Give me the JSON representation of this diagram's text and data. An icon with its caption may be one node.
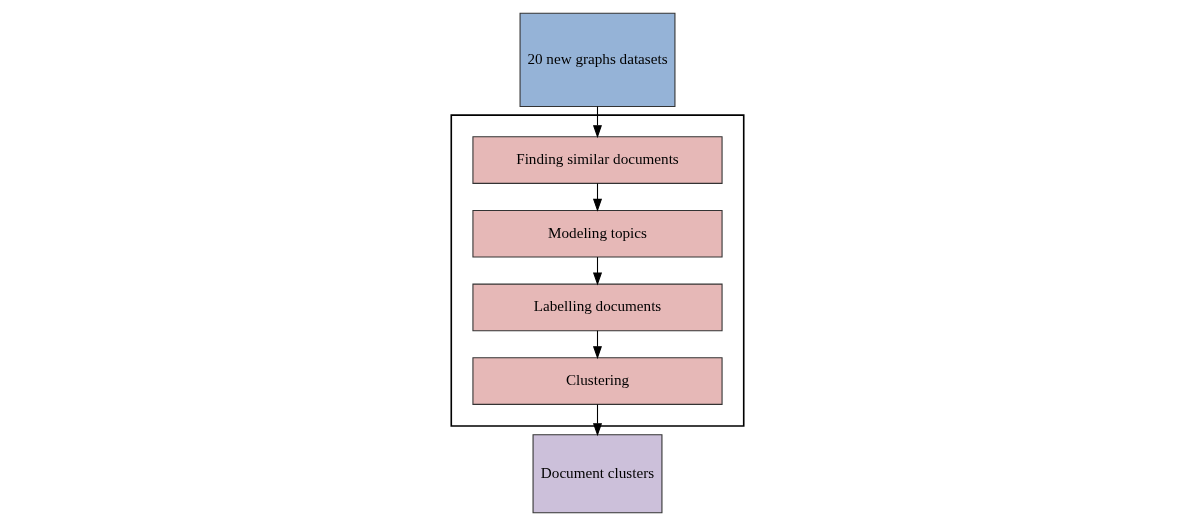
{
  "diagram": {
    "nodes": [
      {
        "text": [],
        "shape": "box"
      },
      {
        "text": [
          "Finding similar documents"
        ],
        "in": 0
      },
      {
        "text": [
          "Modeling topics"
        ],
        "in": 0
      },
      {
        "text": [
          "Labelling documents"
        ],
        "in": 0
      },
      {
        "text": [
          "Clustering"
        ],
        "in": 0
      },
      {
        "text": [
          "20 new graphs datasets"
        ]
      },
      {
        "text": [
          "Document clusters"
        ]
      }
    ],
    "edges": [
      {
        "from": 5,
        "to": 1,
        "arrow": "to"
      },
      {
        "from": 1,
        "to": 2,
        "arrow": "to"
      },
      {
        "from": 2,
        "to": 3,
        "arrow": "to"
      },
      {
        "from": 3,
        "to": 4,
        "arrow": "to"
      },
      {
        "from": 4,
        "to": 6,
        "arrow": "to"
      }
    ]
  }
}
